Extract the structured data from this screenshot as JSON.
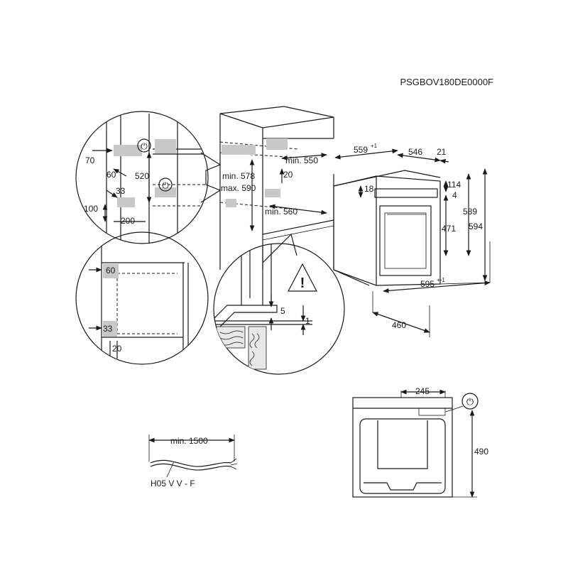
{
  "header": {
    "code": "PSGBOV180DE0000F"
  },
  "niche_detail": {
    "dims": {
      "d70": "70",
      "d60": "60",
      "d520": "520",
      "d33": "33",
      "d100": "100",
      "d200": "200"
    },
    "icons": [
      "power-plug-icon",
      "power-plug-icon"
    ]
  },
  "cabinet": {
    "dims": {
      "min550": "min. 550",
      "d20": "20",
      "min578": "min. 578",
      "max590": "max. 590",
      "min560": "min. 560"
    }
  },
  "oven": {
    "dims": {
      "d559": "559",
      "d559_sup": "+1",
      "d546": "546",
      "d21": "21",
      "d114": "114",
      "d18": "18",
      "d4": "4",
      "d589": "589",
      "d471": "471",
      "d594": "594",
      "d595": "595",
      "d595_sup": "+-1",
      "d460": "460"
    }
  },
  "side_detail": {
    "dims": {
      "d60": "60",
      "d33": "33",
      "d20": "20"
    }
  },
  "warning_detail": {
    "icon": "warning-triangle-icon",
    "dims": {
      "d5": "5",
      "d1": "1"
    }
  },
  "cable": {
    "min_length": "min. 1500",
    "type": "H05 V V - F"
  },
  "back_view": {
    "dims": {
      "d245": "245",
      "d490": "490"
    },
    "icon": "power-plug-icon"
  }
}
